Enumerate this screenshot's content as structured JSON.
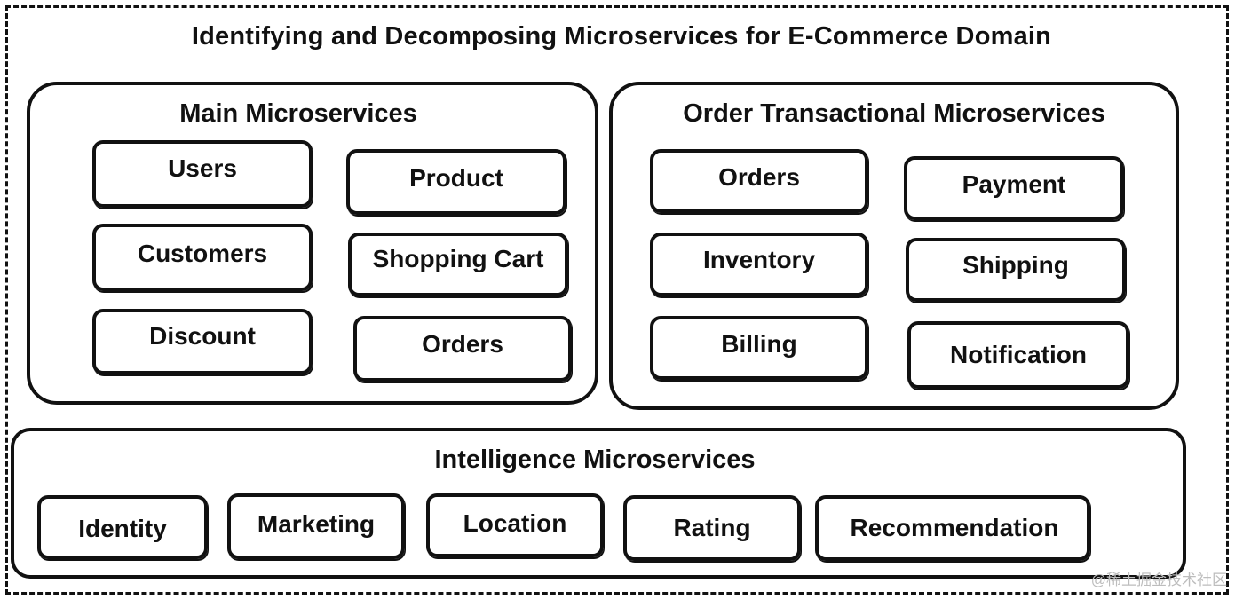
{
  "title": "Identifying and Decomposing Microservices for E-Commerce Domain",
  "main": {
    "title": "Main Microservices",
    "items": [
      "Users",
      "Product",
      "Customers",
      "Shopping Cart",
      "Discount",
      "Orders"
    ]
  },
  "order_transactional": {
    "title": "Order Transactional Microservices",
    "items": [
      "Orders",
      "Payment",
      "Inventory",
      "Shipping",
      "Billing",
      "Notification"
    ]
  },
  "intelligence": {
    "title": "Intelligence Microservices",
    "items": [
      "Identity",
      "Marketing",
      "Location",
      "Rating",
      "Recommendation"
    ]
  },
  "watermark": "@稀土掘金技术社区"
}
